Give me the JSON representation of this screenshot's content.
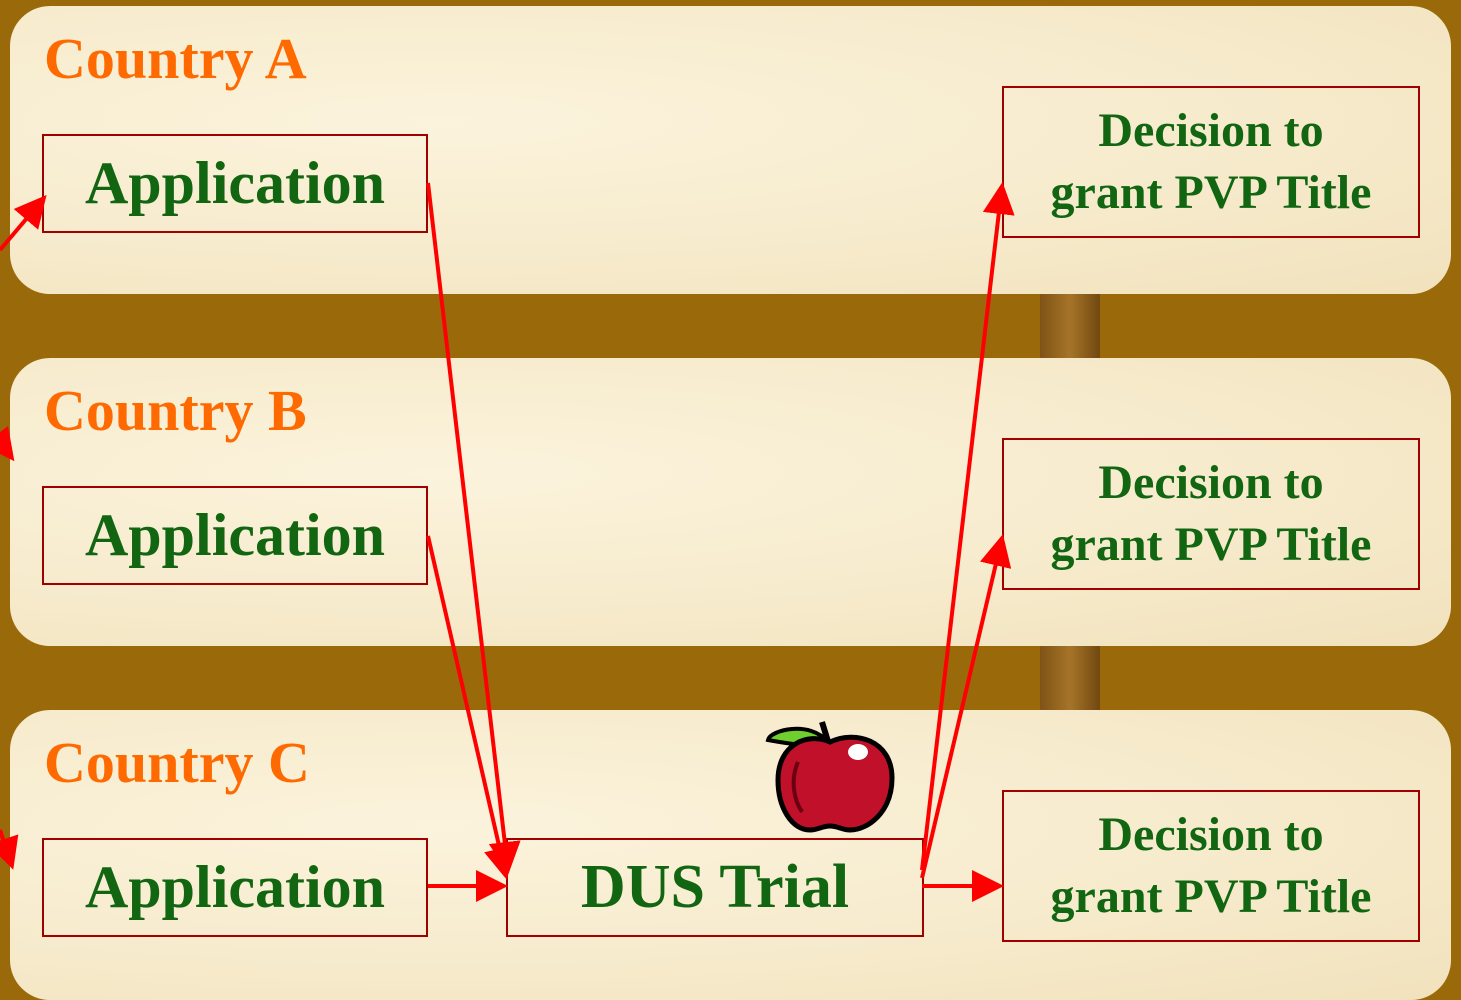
{
  "panels": [
    {
      "country": "Country A",
      "application": "Application",
      "decision_line1": "Decision to",
      "decision_line2": "grant PVP Title"
    },
    {
      "country": "Country B",
      "application": "Application",
      "decision_line1": "Decision to",
      "decision_line2": "grant PVP Title"
    },
    {
      "country": "Country C",
      "application": "Application",
      "decision_line1": "Decision to",
      "decision_line2": "grant PVP Title"
    }
  ],
  "trial": {
    "label": "DUS Trial",
    "icon": "apple-icon"
  },
  "colors": {
    "country": "#ff6a00",
    "box_text": "#126612",
    "box_border": "#a00000",
    "arrow": "#ff0000",
    "panel": "#f6eacb",
    "background": "#9a6a0a"
  }
}
